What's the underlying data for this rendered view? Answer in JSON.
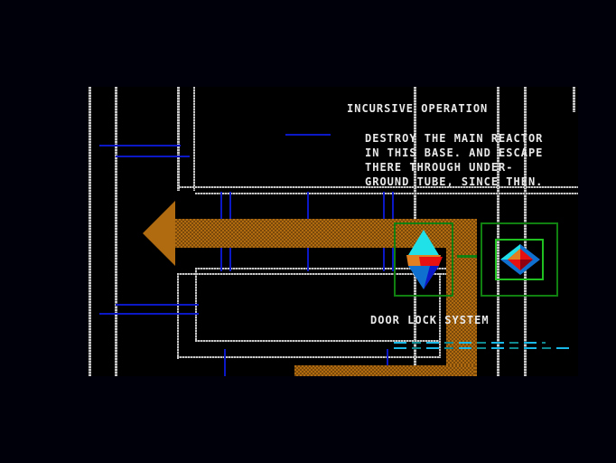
{
  "mission": {
    "title": "INCURSIVE OPERATION",
    "briefing": [
      "DESTROY THE MAIN REACTOR",
      "IN THIS BASE. AND ESCAPE",
      "THERE THROUGH UNDER-",
      "GROUND TUBE, SINCE THEN."
    ]
  },
  "objective_label": "DOOR LOCK SYSTEM",
  "icons": {
    "current_target": "reactor-crystal-icon",
    "next_target": "door-lock-crystal-icon",
    "direction": "left-arrow-icon"
  },
  "colors": {
    "arrow": "#b06a10",
    "frame": "#108010",
    "wire": "#c8c8c8",
    "pipe": "#0a18c8",
    "crystal_top": "#20e0e8",
    "crystal_core": "#e81010",
    "crystal_bottom": "#1070d0"
  }
}
